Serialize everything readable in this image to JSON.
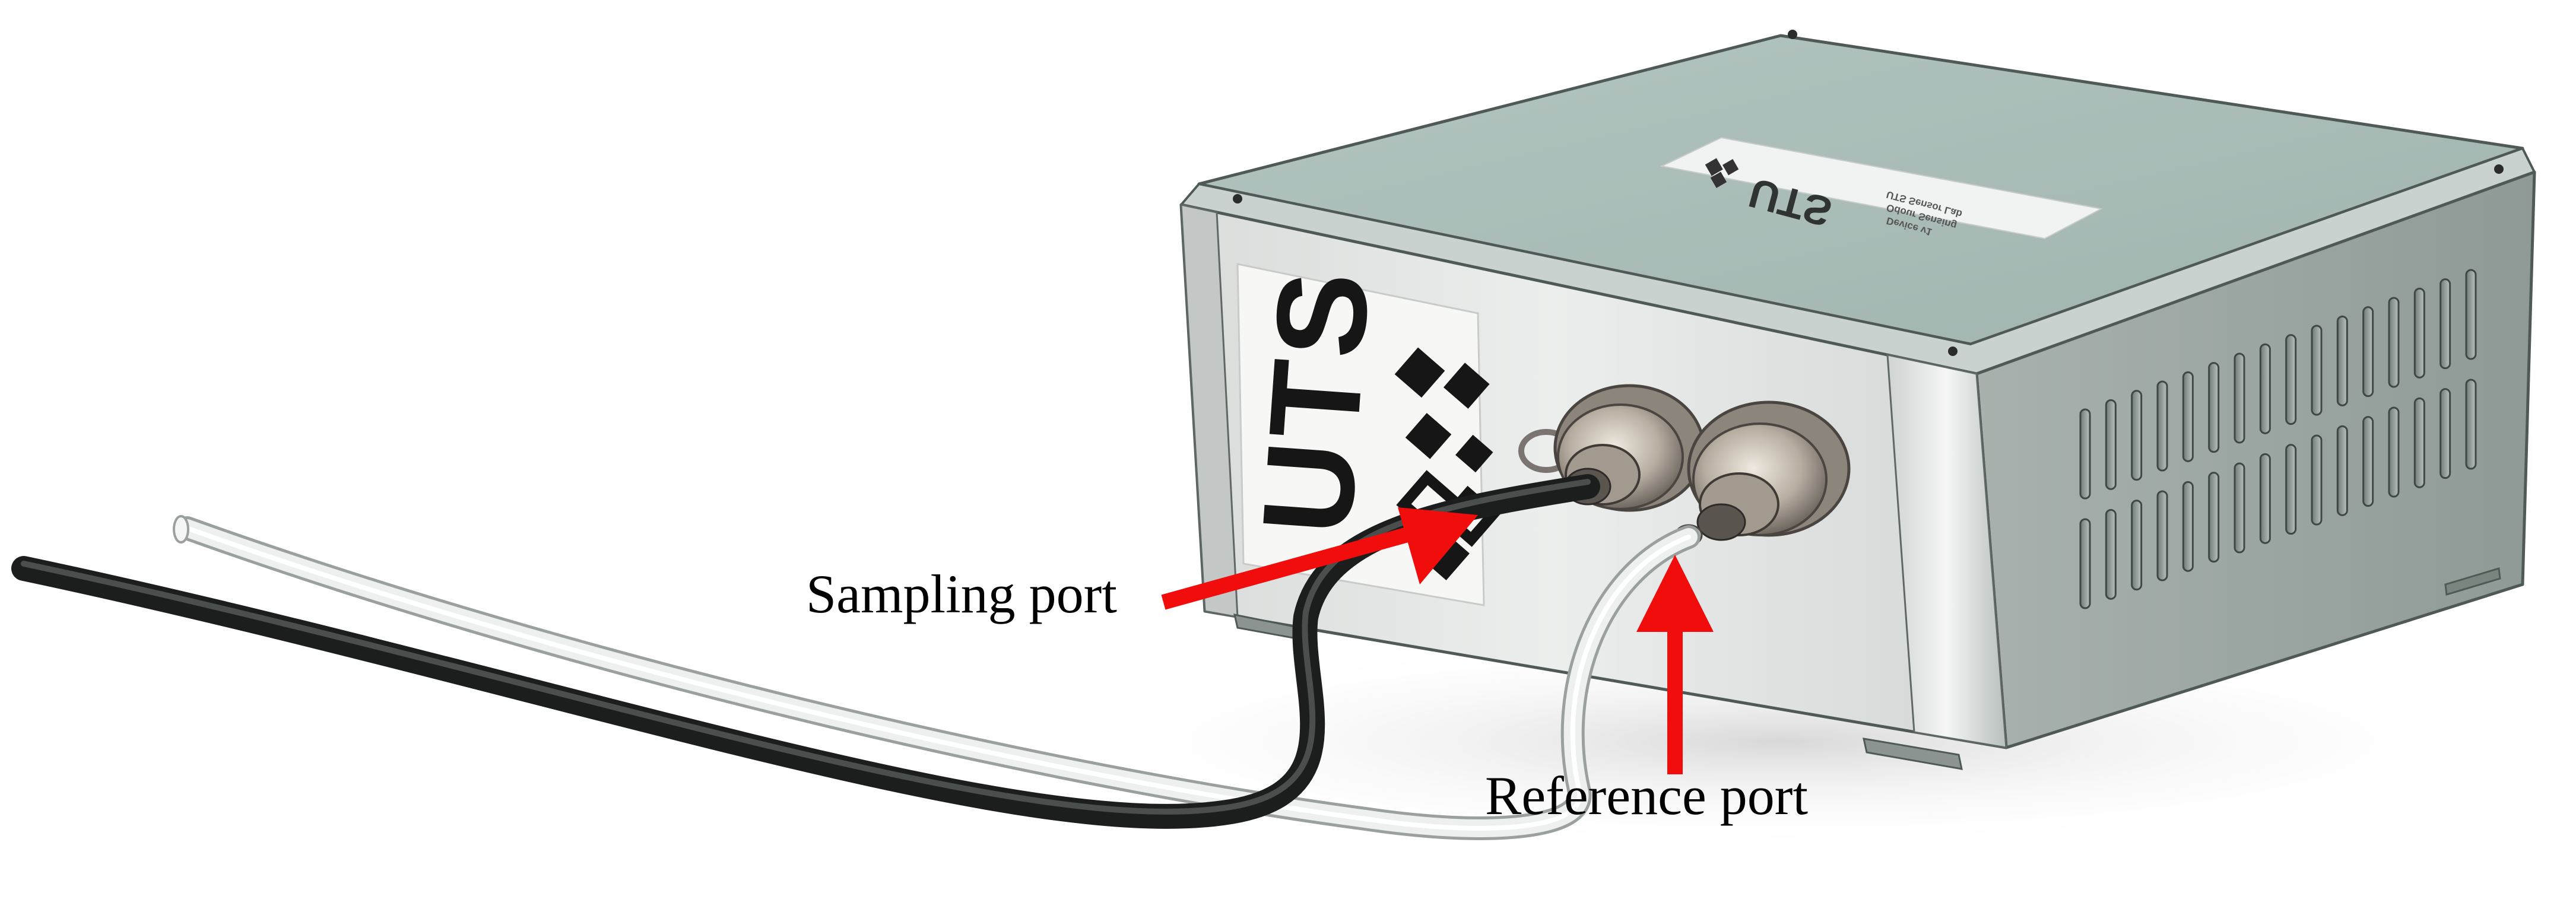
{
  "front_logo": {
    "text": "UTS"
  },
  "top_label": {
    "logo_text": "UTS",
    "fine_print": [
      "UTS Sensor Lab",
      "Odour Sensing",
      "Device v1"
    ]
  },
  "callouts": {
    "sampling": {
      "label": "Sampling port"
    },
    "reference": {
      "label": "Reference port"
    }
  },
  "colors": {
    "arrow": "#f20d0d",
    "lid": "#a9bcb7",
    "body": "#9eaaa4",
    "cable": "#2a2c2b",
    "tube": "#d8dcda"
  }
}
